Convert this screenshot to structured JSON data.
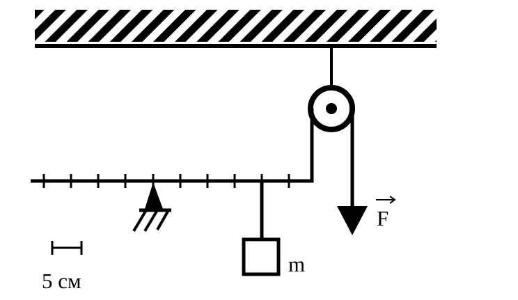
{
  "diagram": {
    "scale_label": "5 см",
    "mass_label": "m",
    "force_label": "F"
  }
}
